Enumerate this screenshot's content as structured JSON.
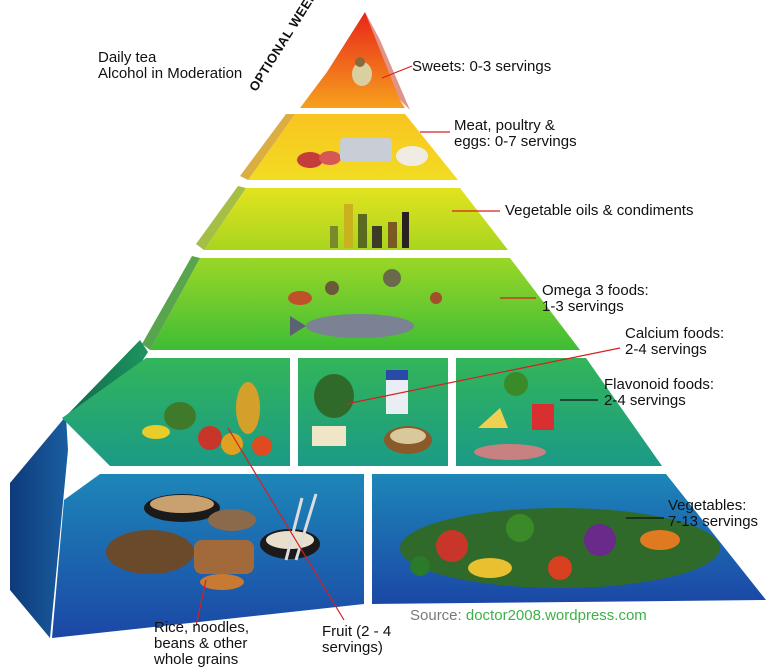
{
  "header": {
    "tea": "Daily tea",
    "alcohol": "Alcohol in Moderation",
    "weekly": "OPTIONAL WEEKLY"
  },
  "labels": {
    "sweets": "Sweets: 0-3 servings",
    "meat_line1": "Meat, poultry &",
    "meat_line2": "eggs: 0-7 servings",
    "oils": "Vegetable oils & condiments",
    "omega_line1": "Omega 3  foods:",
    "omega_line2": "1-3 servings",
    "calcium_line1": "Calcium foods:",
    "calcium_line2": "2-4 servings",
    "flavonoid_line1": "Flavonoid  foods:",
    "flavonoid_line2": "2-4 servings",
    "vegetables_line1": "Vegetables:",
    "vegetables_line2": "7-13 servings",
    "grains_line1": "Rice, noodles,",
    "grains_line2": "beans & other",
    "grains_line3": "whole grains",
    "fruit_line1": "Fruit (2 - 4",
    "fruit_line2": "servings)"
  },
  "source": {
    "prefix": "Source: ",
    "url": "doctor2008.wordpress.com"
  },
  "colors": {
    "tier_sweets": "#f04a12",
    "tier_meat": "#f7c21c",
    "tier_oils": "#c9dd1e",
    "tier_omega": "#6cc92a",
    "tier_middle": "#1fa878",
    "tier_base": "#1f5fb8",
    "leader_red": "#d62020"
  }
}
